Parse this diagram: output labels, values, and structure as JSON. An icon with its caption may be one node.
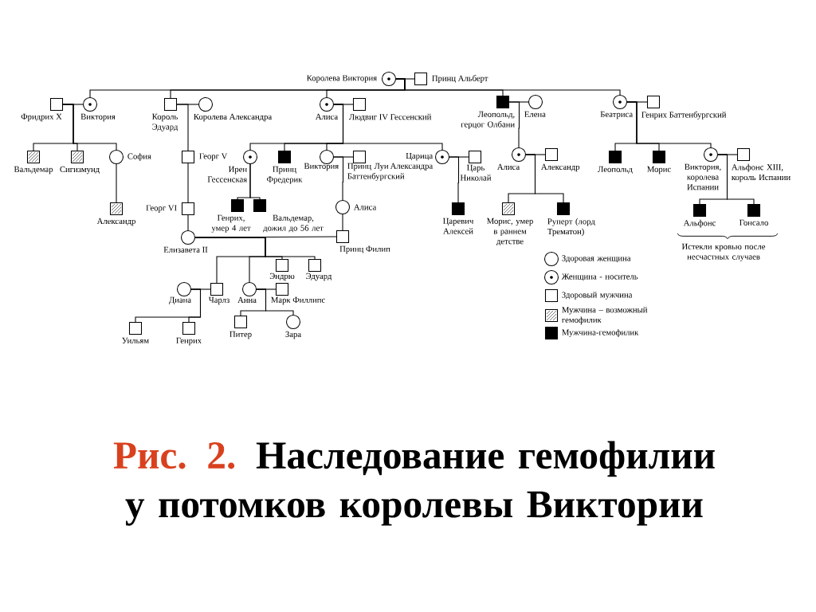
{
  "diagram": {
    "caption": "**Рис. 2.** Наследование гемофилии у потомков королевы Виктории",
    "nodes": [
      {
        "text": [],
        "shape": "dotted-circle",
        "beside": [
          "Королева Виктория"
        ]
      },
      {
        "text": [],
        "shape": "box",
        "beside": [
          "Принц Альберт"
        ]
      },
      {
        "text": [],
        "shape": "box",
        "beside": [
          "Фридрих X"
        ]
      },
      {
        "text": [],
        "shape": "dotted-circle",
        "beside": [
          "Виктория"
        ]
      },
      {
        "text": [],
        "shape": "box",
        "beside": [
          "Король Эдуард"
        ]
      },
      {
        "text": [],
        "shape": "circle",
        "beside": [
          "Королева Александра"
        ]
      },
      {
        "text": [],
        "shape": "dotted-circle",
        "beside": [
          "Алиса"
        ]
      },
      {
        "text": [],
        "shape": "box",
        "beside": [
          "Людвиг IV Гессенский"
        ]
      },
      {
        "text": [],
        "shape": "filled-box",
        "beside": [
          "Леопольд, герцог Олбани"
        ]
      },
      {
        "text": [],
        "shape": "circle",
        "beside": [
          "Елена"
        ]
      },
      {
        "text": [],
        "shape": "dotted-circle",
        "beside": [
          "Беатриса"
        ]
      },
      {
        "text": [],
        "shape": "box",
        "beside": [
          "Генрих Баттенбургский"
        ]
      },
      {
        "text": [],
        "shape": "hatched-box",
        "beside": [
          "Вальдемар"
        ]
      },
      {
        "text": [],
        "shape": "hatched-box",
        "beside": [
          "Сигизмунд"
        ]
      },
      {
        "text": [],
        "shape": "circle",
        "beside": [
          "София"
        ]
      },
      {
        "text": [],
        "shape": "box",
        "beside": [
          "Георг V"
        ]
      },
      {
        "text": [],
        "shape": "dotted-circle",
        "beside": [
          "Ирен Гессенская"
        ]
      },
      {
        "text": [],
        "shape": "filled-box",
        "beside": [
          "Принц Фредерик"
        ]
      },
      {
        "text": [],
        "shape": "circle",
        "beside": [
          "Виктория"
        ]
      },
      {
        "text": [],
        "shape": "box",
        "beside": [
          "Принц Луи Баттенбургский"
        ]
      },
      {
        "text": [],
        "shape": "dotted-circle",
        "beside": [
          "Царица Александра"
        ]
      },
      {
        "text": [],
        "shape": "box",
        "beside": [
          "Царь Николай"
        ]
      },
      {
        "text": [],
        "shape": "dotted-circle",
        "beside": [
          "Алиса"
        ]
      },
      {
        "text": [],
        "shape": "box",
        "beside": [
          "Александр"
        ]
      },
      {
        "text": [],
        "shape": "filled-box",
        "beside": [
          "Леопольд"
        ]
      },
      {
        "text": [],
        "shape": "filled-box",
        "beside": [
          "Морис"
        ]
      },
      {
        "text": [],
        "shape": "dotted-circle",
        "beside": [
          "Виктория, королева Испании"
        ]
      },
      {
        "text": [],
        "shape": "box",
        "beside": [
          "Альфонс XIII, король Испании"
        ]
      },
      {
        "text": [],
        "shape": "hatched-box",
        "beside": [
          "Александр"
        ]
      },
      {
        "text": [],
        "shape": "box",
        "beside": [
          "Георг VI"
        ]
      },
      {
        "text": [],
        "shape": "filled-box",
        "beside": [
          "Генрих, умер 4 лет"
        ]
      },
      {
        "text": [],
        "shape": "filled-box",
        "beside": [
          "Вальдемар, дожил до 56 лет"
        ]
      },
      {
        "text": [],
        "shape": "circle",
        "beside": [
          "Алиса"
        ]
      },
      {
        "text": [],
        "shape": "filled-box",
        "beside": [
          "Царевич Алексей"
        ]
      },
      {
        "text": [],
        "shape": "hatched-box",
        "beside": [
          "Морис, умер в раннем детстве"
        ]
      },
      {
        "text": [],
        "shape": "filled-box",
        "beside": [
          "Руперт (лорд Трематон)"
        ]
      },
      {
        "text": [],
        "shape": "filled-box",
        "beside": [
          "Альфонс"
        ]
      },
      {
        "text": [],
        "shape": "filled-box",
        "beside": [
          "Гонсало"
        ]
      },
      {
        "text": [],
        "shape": "circle",
        "beside": [
          "Елизавета II"
        ]
      },
      {
        "text": [],
        "shape": "box",
        "beside": [
          "Принц Филип"
        ]
      },
      {
        "text": [],
        "shape": "box",
        "beside": [
          "Эндрю"
        ]
      },
      {
        "text": [],
        "shape": "box",
        "beside": [
          "Эдуард"
        ]
      },
      {
        "text": [],
        "shape": "circle",
        "beside": [
          "Диана"
        ]
      },
      {
        "text": [],
        "shape": "box",
        "beside": [
          "Чарлз"
        ]
      },
      {
        "text": [],
        "shape": "circle",
        "beside": [
          "Анна"
        ]
      },
      {
        "text": [],
        "shape": "box",
        "beside": [
          "Марк Филлипс"
        ]
      },
      {
        "text": [],
        "shape": "box",
        "beside": [
          "Питер"
        ]
      },
      {
        "text": [],
        "shape": "circle",
        "beside": [
          "Зара"
        ]
      },
      {
        "text": [],
        "shape": "box",
        "beside": [
          "Уильям"
        ]
      },
      {
        "text": [],
        "shape": "box",
        "beside": [
          "Генрих"
        ]
      }
    ],
    "edges": [
      {
        "from": 0,
        "to": 1,
        "arrow": "none"
      },
      {
        "from": 2,
        "to": 3,
        "arrow": "none"
      },
      {
        "from": 4,
        "to": 5,
        "arrow": "none"
      },
      {
        "from": 6,
        "to": 7,
        "arrow": "none"
      },
      {
        "from": 8,
        "to": 9,
        "arrow": "none"
      },
      {
        "from": 10,
        "to": 11,
        "arrow": "none"
      },
      {
        "from": 18,
        "to": 19,
        "arrow": "none"
      },
      {
        "from": 20,
        "to": 21,
        "arrow": "none"
      },
      {
        "from": 22,
        "to": 23,
        "arrow": "none"
      },
      {
        "from": 26,
        "to": 27,
        "arrow": "none"
      },
      {
        "from": 38,
        "to": 39,
        "arrow": "none"
      },
      {
        "from": 42,
        "to": 43,
        "arrow": "none"
      },
      {
        "from": 44,
        "to": 45,
        "arrow": "none"
      },
      {
        "from": 0,
        "to": 3,
        "arrow": "none"
      },
      {
        "from": 0,
        "to": 4,
        "arrow": "none"
      },
      {
        "from": 0,
        "to": 6,
        "arrow": "none"
      },
      {
        "from": 0,
        "to": 8,
        "arrow": "none"
      },
      {
        "from": 0,
        "to": 10,
        "arrow": "none"
      },
      {
        "from": 2,
        "to": 12,
        "arrow": "none"
      },
      {
        "from": 2,
        "to": 13,
        "arrow": "none"
      },
      {
        "from": 2,
        "to": 14,
        "arrow": "none"
      },
      {
        "from": 14,
        "to": 28,
        "arrow": "none"
      },
      {
        "from": 4,
        "to": 15,
        "arrow": "none"
      },
      {
        "from": 15,
        "to": 29,
        "arrow": "none"
      },
      {
        "from": 29,
        "to": 38,
        "arrow": "none"
      },
      {
        "from": 6,
        "to": 16,
        "arrow": "none"
      },
      {
        "from": 6,
        "to": 17,
        "arrow": "none"
      },
      {
        "from": 6,
        "to": 18,
        "arrow": "none"
      },
      {
        "from": 6,
        "to": 20,
        "arrow": "none"
      },
      {
        "from": 16,
        "to": 30,
        "arrow": "none"
      },
      {
        "from": 16,
        "to": 31,
        "arrow": "none"
      },
      {
        "from": 18,
        "to": 32,
        "arrow": "none"
      },
      {
        "from": 32,
        "to": 39,
        "arrow": "none"
      },
      {
        "from": 20,
        "to": 33,
        "arrow": "none"
      },
      {
        "from": 8,
        "to": 22,
        "arrow": "none"
      },
      {
        "from": 22,
        "to": 34,
        "arrow": "none"
      },
      {
        "from": 22,
        "to": 35,
        "arrow": "none"
      },
      {
        "from": 10,
        "to": 24,
        "arrow": "none"
      },
      {
        "from": 10,
        "to": 25,
        "arrow": "none"
      },
      {
        "from": 10,
        "to": 26,
        "arrow": "none"
      },
      {
        "from": 26,
        "to": 36,
        "arrow": "none"
      },
      {
        "from": 26,
        "to": 37,
        "arrow": "none"
      },
      {
        "from": 38,
        "to": 43,
        "arrow": "none"
      },
      {
        "from": 38,
        "to": 44,
        "arrow": "none"
      },
      {
        "from": 38,
        "to": 40,
        "arrow": "none"
      },
      {
        "from": 38,
        "to": 41,
        "arrow": "none"
      },
      {
        "from": 42,
        "to": 48,
        "arrow": "none"
      },
      {
        "from": 42,
        "to": 49,
        "arrow": "none"
      },
      {
        "from": 44,
        "to": 46,
        "arrow": "none"
      },
      {
        "from": 44,
        "to": 47,
        "arrow": "none"
      }
    ],
    "labels": [
      "Истекли кровью после несчастных случаев"
    ],
    "legend": [
      {
        "text": "Здоровая женщина"
      },
      {
        "text": "Женщина - носитель"
      },
      {
        "text": "Здоровый мужчина"
      },
      {
        "text": "Мужчина – возможный гемофилик"
      },
      {
        "text": "Мужчина-гемофилик"
      }
    ]
  }
}
